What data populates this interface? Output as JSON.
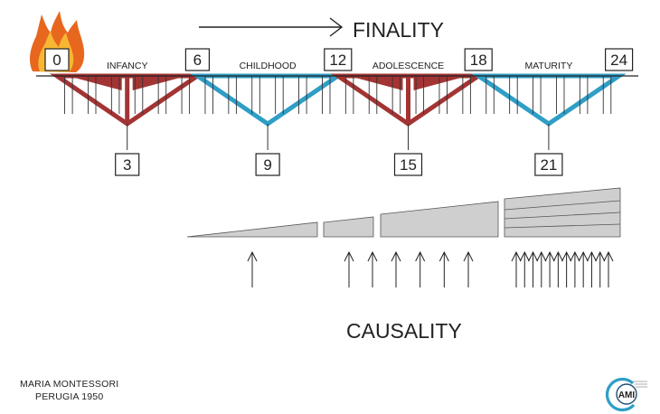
{
  "title": {
    "finality": "FINALITY",
    "causality": "CAUSALITY"
  },
  "ages": [
    {
      "value": "0",
      "position": "top",
      "highlight": "flame"
    },
    {
      "value": "3",
      "position": "bottom"
    },
    {
      "value": "6",
      "position": "top"
    },
    {
      "value": "9",
      "position": "bottom"
    },
    {
      "value": "12",
      "position": "top"
    },
    {
      "value": "15",
      "position": "bottom"
    },
    {
      "value": "18",
      "position": "top"
    },
    {
      "value": "21",
      "position": "bottom"
    },
    {
      "value": "24",
      "position": "top"
    }
  ],
  "planes": [
    {
      "label": "INFANCY",
      "color": "#a33434"
    },
    {
      "label": "CHILDHOOD",
      "color": "#2f9ec6"
    },
    {
      "label": "ADOLESCENCE",
      "color": "#a33434"
    },
    {
      "label": "MATURITY",
      "color": "#2f9ec6"
    }
  ],
  "causality_arrow_counts": [
    1,
    2,
    4,
    12
  ],
  "credit": {
    "line1": "MARIA MONTESSORI",
    "line2": "PERUGIA 1950"
  },
  "logo": {
    "text": "AMI",
    "icon": "ami-logo-icon"
  },
  "colors": {
    "wedge_fill": "#cfcfcf",
    "wedge_stroke": "#555555",
    "flame_outer": "#e7671f",
    "flame_inner": "#f7b733"
  }
}
